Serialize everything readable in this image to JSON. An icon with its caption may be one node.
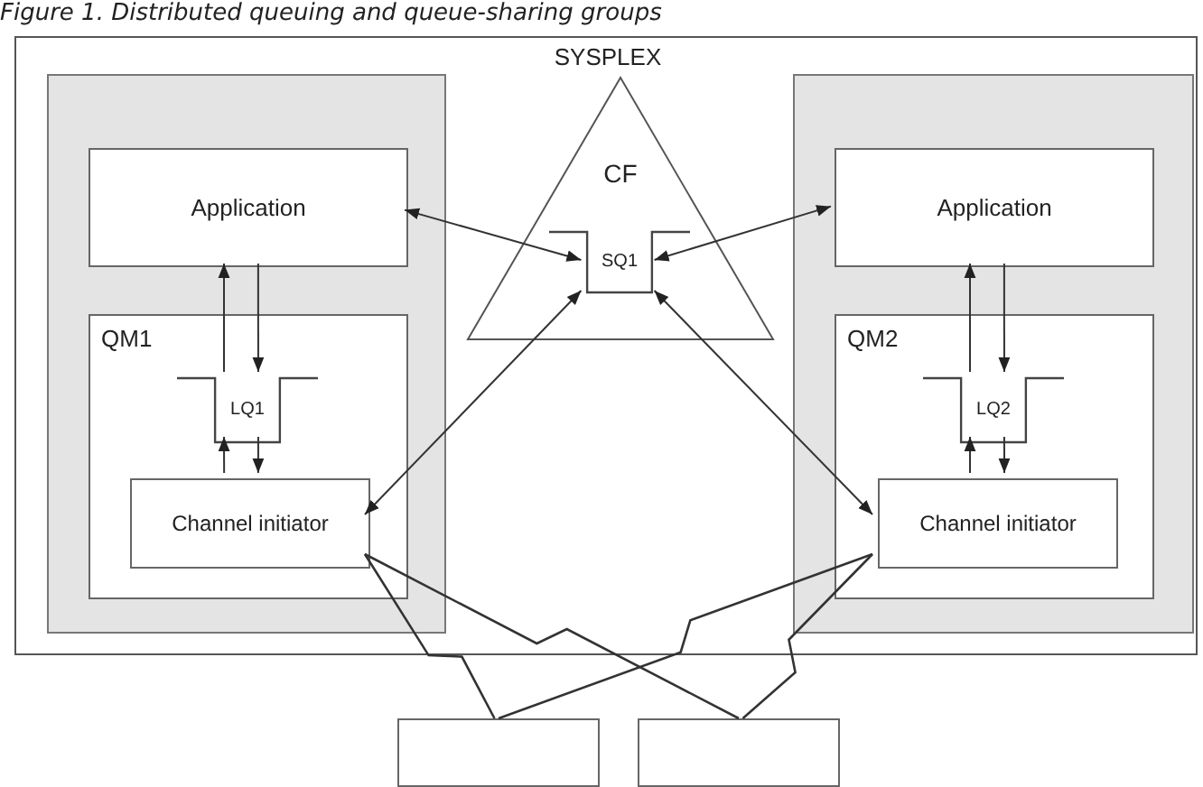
{
  "diagram": {
    "title": "Figure 1. Distributed queuing and queue-sharing groups",
    "nodes": [
      {
        "text": [
          "SYSPLEX"
        ]
      },
      {
        "text": [],
        "shape": "box",
        "in": 0
      },
      {
        "text": [
          "Application"
        ],
        "in": 1
      },
      {
        "text": [
          "QM1"
        ],
        "in": 1
      },
      {
        "text": [
          "LQ1"
        ],
        "in": 3
      },
      {
        "text": [
          "Channel initiator"
        ],
        "in": 3
      },
      {
        "text": [
          "CF"
        ],
        "in": 0
      },
      {
        "text": [
          "SQ1"
        ],
        "in": 6
      },
      {
        "text": [],
        "shape": "box",
        "in": 0
      },
      {
        "text": [
          "Application"
        ],
        "in": 8
      },
      {
        "text": [
          "QM2"
        ],
        "in": 8
      },
      {
        "text": [
          "LQ2"
        ],
        "in": 10
      },
      {
        "text": [
          "Channel initiator"
        ],
        "in": 10
      },
      {
        "text": [],
        "shape": "box"
      },
      {
        "text": [],
        "shape": "box"
      }
    ],
    "edges": [
      {
        "from": 2,
        "to": 4,
        "arrow": "to"
      },
      {
        "from": 4,
        "to": 2,
        "arrow": "to"
      },
      {
        "from": 4,
        "to": 5,
        "arrow": "to"
      },
      {
        "from": 5,
        "to": 4,
        "arrow": "to"
      },
      {
        "from": 2,
        "to": 7,
        "arrow": "both"
      },
      {
        "from": 5,
        "to": 7,
        "arrow": "both"
      },
      {
        "from": 9,
        "to": 7,
        "arrow": "both"
      },
      {
        "from": 12,
        "to": 7,
        "arrow": "both"
      },
      {
        "from": 9,
        "to": 11,
        "arrow": "to"
      },
      {
        "from": 11,
        "to": 9,
        "arrow": "to"
      },
      {
        "from": 11,
        "to": 12,
        "arrow": "to"
      },
      {
        "from": 12,
        "to": 11,
        "arrow": "to"
      },
      {
        "from": 5,
        "to": 13,
        "arrow": "none"
      },
      {
        "from": 5,
        "to": 14,
        "arrow": "none"
      },
      {
        "from": 12,
        "to": 13,
        "arrow": "none"
      },
      {
        "from": 12,
        "to": 14,
        "arrow": "none"
      }
    ]
  }
}
